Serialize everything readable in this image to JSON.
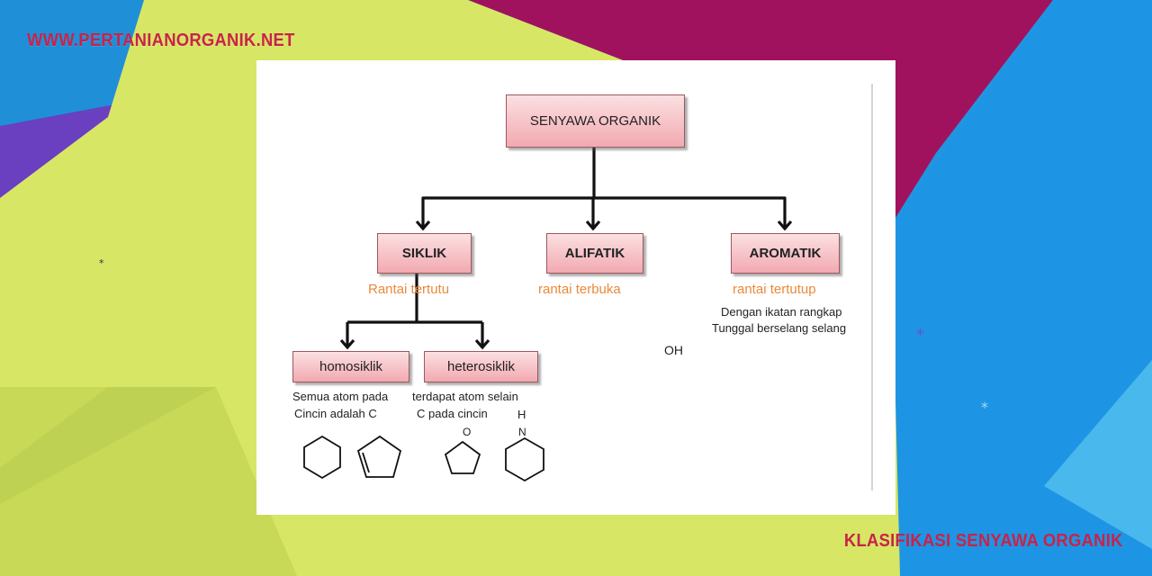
{
  "site": {
    "url": "WWW.PERTANIANORGANIK.NET"
  },
  "footer": {
    "title": "KLASIFIKASI SENYAWA ORGANIK"
  },
  "colors": {
    "accent": "#c8234a",
    "node_fill": "#f6c2c7",
    "orange_text": "#e98a3c"
  },
  "diagram": {
    "root": "SENYAWA ORGANIK",
    "categories": [
      {
        "label": "SIKLIK",
        "subtitle": "Rantai tertutu"
      },
      {
        "label": "ALIFATIK",
        "subtitle": "rantai terbuka"
      },
      {
        "label": "AROMATIK",
        "subtitle": "rantai tertutup",
        "note1": "Dengan ikatan rangkap",
        "note2": "Tunggal berselang selang"
      }
    ],
    "oh_label": "OH",
    "siklik_children": [
      {
        "label": "homosiklik",
        "desc1": "Semua atom pada",
        "desc2": "Cincin adalah C"
      },
      {
        "label": "heterosiklik",
        "desc1": "terdapat atom  selain",
        "desc2": "C pada cincin"
      }
    ],
    "atoms": {
      "h": "H",
      "n": "N",
      "o": "O"
    },
    "structures": [
      "cyclohexane",
      "cyclopentene",
      "tetrahydrofuran",
      "piperidine"
    ]
  }
}
